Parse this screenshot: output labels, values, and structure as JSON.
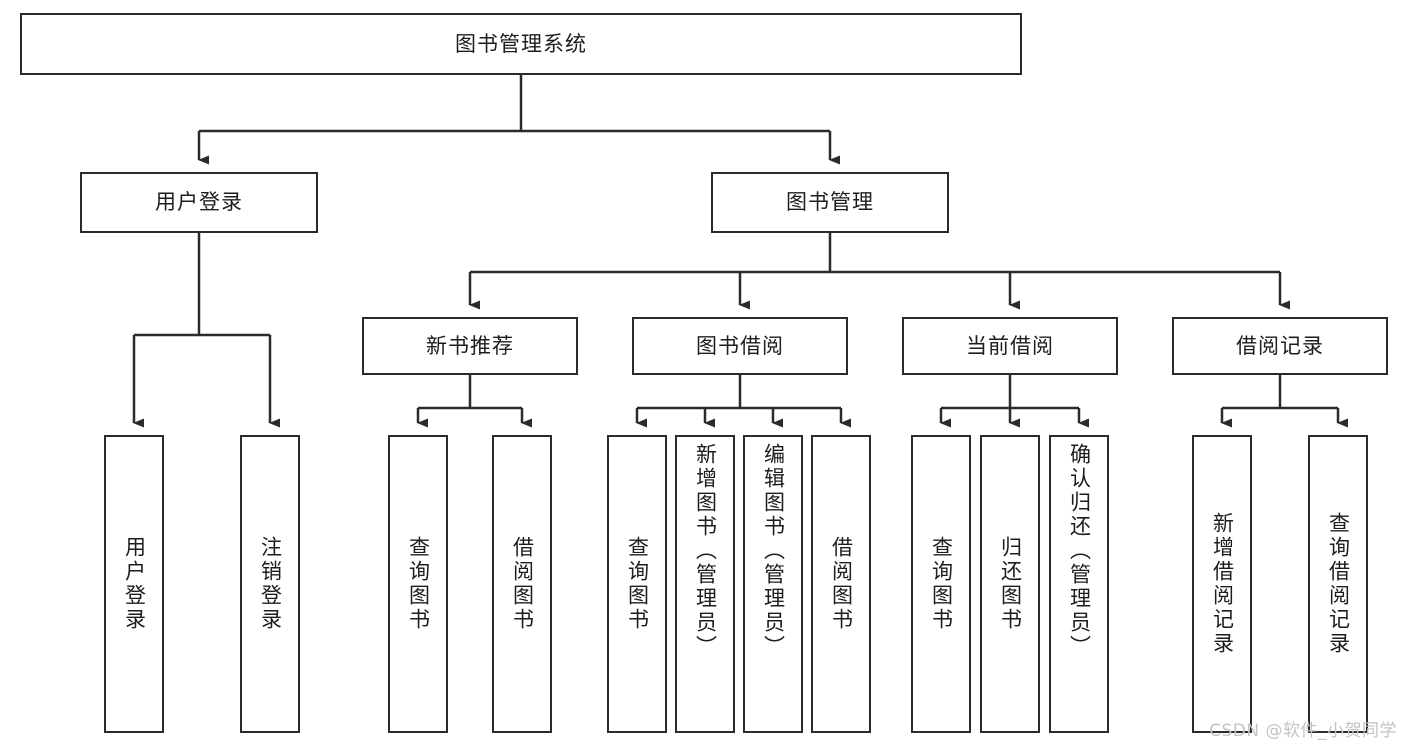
{
  "diagram": {
    "type": "tree-hierarchy",
    "title": "图书管理系统",
    "orientation": "top-down",
    "levels": [
      {
        "level": 1,
        "nodes": [
          {
            "id": "root",
            "label": "图书管理系统",
            "text_direction": "horizontal"
          }
        ]
      },
      {
        "level": 2,
        "nodes": [
          {
            "id": "login",
            "label": "用户登录",
            "text_direction": "horizontal",
            "parent": "root"
          },
          {
            "id": "bookmgmt",
            "label": "图书管理",
            "text_direction": "horizontal",
            "parent": "root"
          }
        ]
      },
      {
        "level": 3,
        "nodes": [
          {
            "id": "recommend",
            "label": "新书推荐",
            "text_direction": "horizontal",
            "parent": "bookmgmt"
          },
          {
            "id": "borrow",
            "label": "图书借阅",
            "text_direction": "horizontal",
            "parent": "bookmgmt"
          },
          {
            "id": "current",
            "label": "当前借阅",
            "text_direction": "horizontal",
            "parent": "bookmgmt"
          },
          {
            "id": "records",
            "label": "借阅记录",
            "text_direction": "horizontal",
            "parent": "bookmgmt"
          }
        ]
      },
      {
        "level": 4,
        "nodes": [
          {
            "id": "leaf1",
            "label": "用户登录",
            "text_direction": "vertical",
            "parent": "login"
          },
          {
            "id": "leaf2",
            "label": "注销登录",
            "text_direction": "vertical",
            "parent": "login"
          },
          {
            "id": "leaf3",
            "label": "查询图书",
            "text_direction": "vertical",
            "parent": "recommend"
          },
          {
            "id": "leaf4",
            "label": "借阅图书",
            "text_direction": "vertical",
            "parent": "recommend"
          },
          {
            "id": "leaf5",
            "label": "查询图书",
            "text_direction": "vertical",
            "parent": "borrow"
          },
          {
            "id": "leaf6",
            "label": "新增图书（管理员）",
            "text_direction": "vertical",
            "parent": "borrow"
          },
          {
            "id": "leaf7",
            "label": "编辑图书（管理员）",
            "text_direction": "vertical",
            "parent": "borrow"
          },
          {
            "id": "leaf8",
            "label": "借阅图书",
            "text_direction": "vertical",
            "parent": "borrow"
          },
          {
            "id": "leaf9",
            "label": "查询图书",
            "text_direction": "vertical",
            "parent": "current"
          },
          {
            "id": "leaf10",
            "label": "归还图书",
            "text_direction": "vertical",
            "parent": "current"
          },
          {
            "id": "leaf11",
            "label": "确认归还（管理员）",
            "text_direction": "vertical",
            "parent": "current"
          },
          {
            "id": "leaf12",
            "label": "新增借阅记录",
            "text_direction": "vertical",
            "parent": "records"
          },
          {
            "id": "leaf13",
            "label": "查询借阅记录",
            "text_direction": "vertical",
            "parent": "records"
          }
        ]
      }
    ],
    "colors": {
      "box_border": "#2b2b2b",
      "box_fill": "#ffffff",
      "connector": "#2b2b2b",
      "text": "#1d1d1d",
      "watermark": "#c3c3c3",
      "background": "#ffffff"
    }
  },
  "watermark": {
    "text": "CSDN @软件_小贺同学"
  }
}
